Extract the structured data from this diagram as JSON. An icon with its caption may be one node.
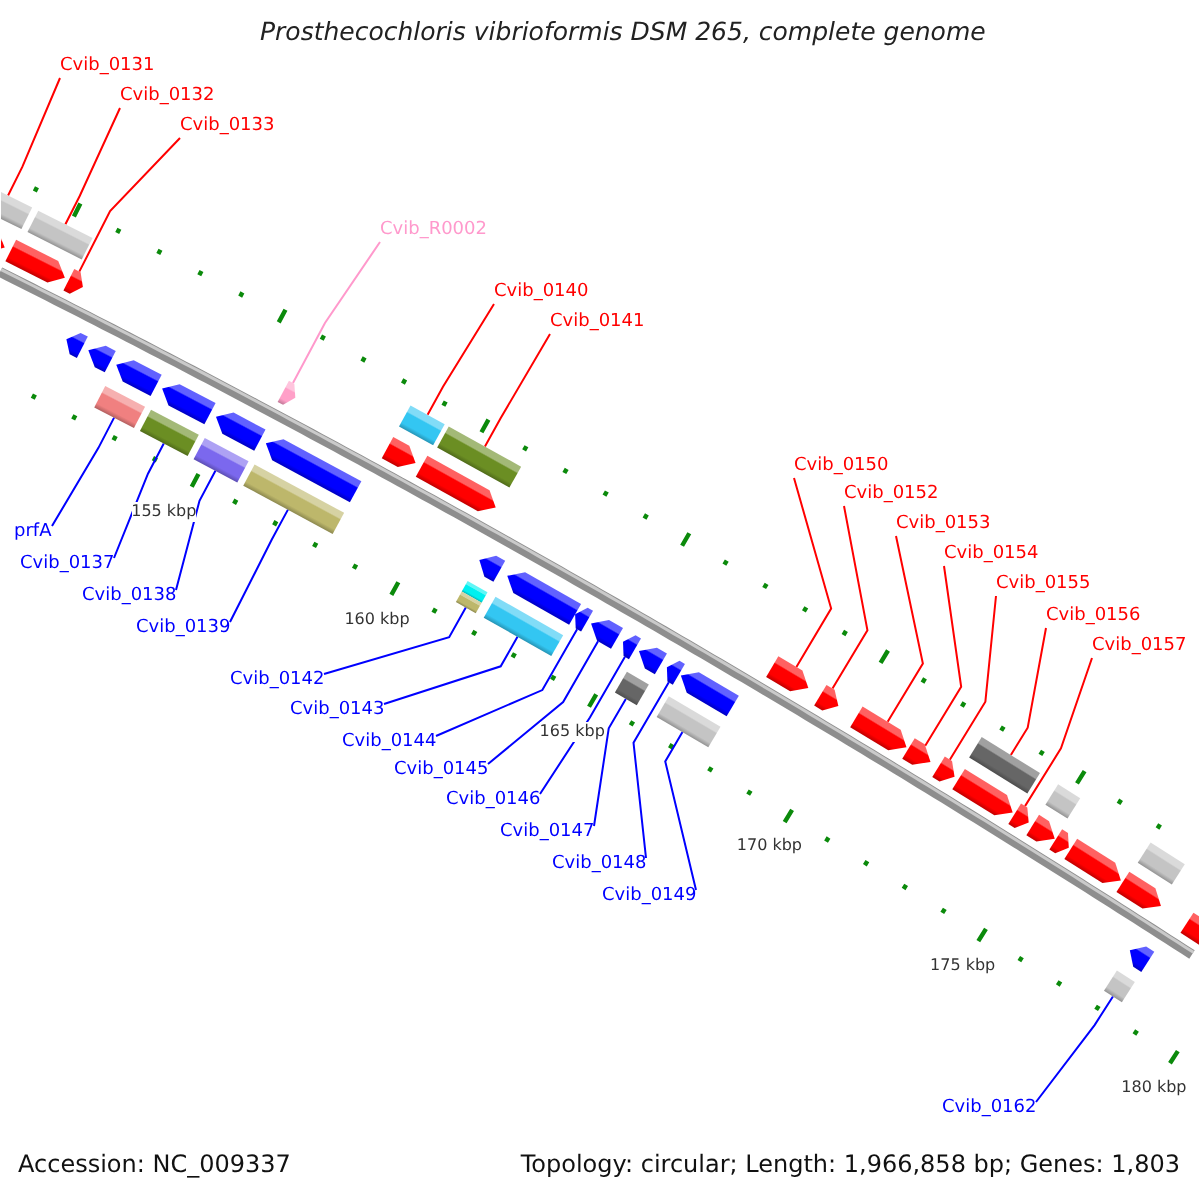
{
  "diagram": {
    "title": "Prosthecochloris vibrioformis DSM 265, complete genome",
    "nodes": [
      {
        "text": [
          "Cvib_0131"
        ]
      },
      {
        "text": [
          "Cvib_0132"
        ]
      },
      {
        "text": [
          "Cvib_0133"
        ]
      },
      {
        "text": [
          "Cvib_R0002"
        ]
      },
      {
        "text": [
          "Cvib_0140"
        ]
      },
      {
        "text": [
          "Cvib_0141"
        ]
      },
      {
        "text": [
          "Cvib_0150"
        ]
      },
      {
        "text": [
          "Cvib_0152"
        ]
      },
      {
        "text": [
          "Cvib_0153"
        ]
      },
      {
        "text": [
          "Cvib_0154"
        ]
      },
      {
        "text": [
          "Cvib_0155"
        ]
      },
      {
        "text": [
          "Cvib_0156"
        ]
      },
      {
        "text": [
          "Cvib_0157"
        ]
      },
      {
        "text": [
          "prfA"
        ]
      },
      {
        "text": [
          "Cvib_0137"
        ]
      },
      {
        "text": [
          "Cvib_0138"
        ]
      },
      {
        "text": [
          "Cvib_0139"
        ]
      },
      {
        "text": [
          "Cvib_0142"
        ]
      },
      {
        "text": [
          "Cvib_0143"
        ]
      },
      {
        "text": [
          "Cvib_0144"
        ]
      },
      {
        "text": [
          "Cvib_0145"
        ]
      },
      {
        "text": [
          "Cvib_0146"
        ]
      },
      {
        "text": [
          "Cvib_0147"
        ]
      },
      {
        "text": [
          "Cvib_0148"
        ]
      },
      {
        "text": [
          "Cvib_0149"
        ]
      },
      {
        "text": [
          "Cvib_0162"
        ]
      },
      {
        "text": [],
        "shape": "bar"
      },
      {
        "text": [],
        "shape": "pentagon"
      },
      {
        "text": [],
        "shape": "pentagon"
      },
      {
        "text": [],
        "shape": "bar"
      },
      {
        "text": [],
        "shape": "pentagon"
      },
      {
        "text": [],
        "shape": "pentagon"
      },
      {
        "text": [],
        "shape": "pentagon"
      },
      {
        "text": [],
        "shape": "pentagon"
      },
      {
        "text": [],
        "shape": "bar"
      },
      {
        "text": [],
        "shape": "pentagon"
      },
      {
        "text": [],
        "shape": "bar"
      },
      {
        "text": [],
        "shape": "pentagon"
      },
      {
        "text": [],
        "shape": "bar"
      },
      {
        "text": [],
        "shape": "pentagon"
      },
      {
        "text": [],
        "shape": "pentagon"
      },
      {
        "text": [],
        "shape": "bar"
      },
      {
        "text": [],
        "shape": "pentagon"
      },
      {
        "text": [],
        "shape": "bar"
      },
      {
        "text": [],
        "shape": "pentagon"
      },
      {
        "text": [],
        "shape": "bar"
      },
      {
        "text": [],
        "shape": "pentagon"
      },
      {
        "text": [],
        "shape": "bar"
      },
      {
        "text": [],
        "shape": "pentagon"
      },
      {
        "text": [],
        "shape": "bar"
      },
      {
        "text": [],
        "shape": "pentagon"
      },
      {
        "text": [],
        "shape": "pentagon"
      },
      {
        "text": [],
        "shape": "pentagon"
      },
      {
        "text": [],
        "shape": "pentagon"
      },
      {
        "text": [],
        "shape": "bar"
      },
      {
        "text": [],
        "shape": "pentagon"
      },
      {
        "text": [],
        "shape": "pentagon"
      },
      {
        "text": [],
        "shape": "bar"
      },
      {
        "text": [],
        "shape": "pentagon"
      },
      {
        "text": [],
        "shape": "pentagon"
      },
      {
        "text": [],
        "shape": "pentagon"
      },
      {
        "text": [],
        "shape": "pentagon"
      },
      {
        "text": [],
        "shape": "pentagon"
      },
      {
        "text": [],
        "shape": "bar"
      },
      {
        "text": [],
        "shape": "pentagon"
      },
      {
        "text": [],
        "shape": "pentagon"
      },
      {
        "text": [],
        "shape": "bar"
      },
      {
        "text": [],
        "shape": "pentagon"
      },
      {
        "text": [],
        "shape": "pentagon"
      },
      {
        "text": [],
        "shape": "pentagon"
      },
      {
        "text": [],
        "shape": "bar"
      },
      {
        "text": [],
        "shape": "pentagon"
      },
      {
        "text": [],
        "shape": "pentagon"
      },
      {
        "text": [],
        "shape": "bar"
      },
      {
        "text": [],
        "shape": "pentagon"
      }
    ],
    "edges": [
      {
        "from": 0,
        "to": 26,
        "arrow": "none",
        "color": "#ff0000"
      },
      {
        "from": 1,
        "to": 29,
        "arrow": "none",
        "color": "#ff0000"
      },
      {
        "from": 2,
        "to": 30,
        "arrow": "none",
        "color": "#ff0000"
      },
      {
        "from": 3,
        "to": 39,
        "arrow": "none",
        "color": "#ff99cc"
      },
      {
        "from": 4,
        "to": 43,
        "arrow": "none",
        "color": "#ff0000"
      },
      {
        "from": 5,
        "to": 45,
        "arrow": "none",
        "color": "#ff0000"
      },
      {
        "from": 6,
        "to": 58,
        "arrow": "none",
        "color": "#ff0000"
      },
      {
        "from": 7,
        "to": 59,
        "arrow": "none",
        "color": "#ff0000"
      },
      {
        "from": 8,
        "to": 60,
        "arrow": "none",
        "color": "#ff0000"
      },
      {
        "from": 9,
        "to": 61,
        "arrow": "none",
        "color": "#ff0000"
      },
      {
        "from": 10,
        "to": 62,
        "arrow": "none",
        "color": "#ff0000"
      },
      {
        "from": 11,
        "to": 63,
        "arrow": "none",
        "color": "#ff0000"
      },
      {
        "from": 12,
        "to": 65,
        "arrow": "none",
        "color": "#ff0000"
      },
      {
        "from": 13,
        "to": 34,
        "arrow": "none"
      },
      {
        "from": 14,
        "to": 36,
        "arrow": "none"
      },
      {
        "from": 15,
        "to": 38,
        "arrow": "none"
      },
      {
        "from": 16,
        "to": 41,
        "arrow": "none"
      },
      {
        "from": 17,
        "to": 47,
        "arrow": "none"
      },
      {
        "from": 18,
        "to": 49,
        "arrow": "none"
      },
      {
        "from": 19,
        "to": 50,
        "arrow": "none"
      },
      {
        "from": 20,
        "to": 51,
        "arrow": "none"
      },
      {
        "from": 21,
        "to": 52,
        "arrow": "none"
      },
      {
        "from": 22,
        "to": 54,
        "arrow": "none"
      },
      {
        "from": 23,
        "to": 55,
        "arrow": "none"
      },
      {
        "from": 24,
        "to": 57,
        "arrow": "none"
      },
      {
        "from": 25,
        "to": 73,
        "arrow": "none"
      }
    ],
    "labels": [
      "155 kbp",
      "160 kbp",
      "165 kbp",
      "170 kbp",
      "175 kbp",
      "180 kbp",
      "Accession: NC_009337",
      "Topology: circular; Length: 1,966,858 bp; Genes: 1,803"
    ]
  }
}
